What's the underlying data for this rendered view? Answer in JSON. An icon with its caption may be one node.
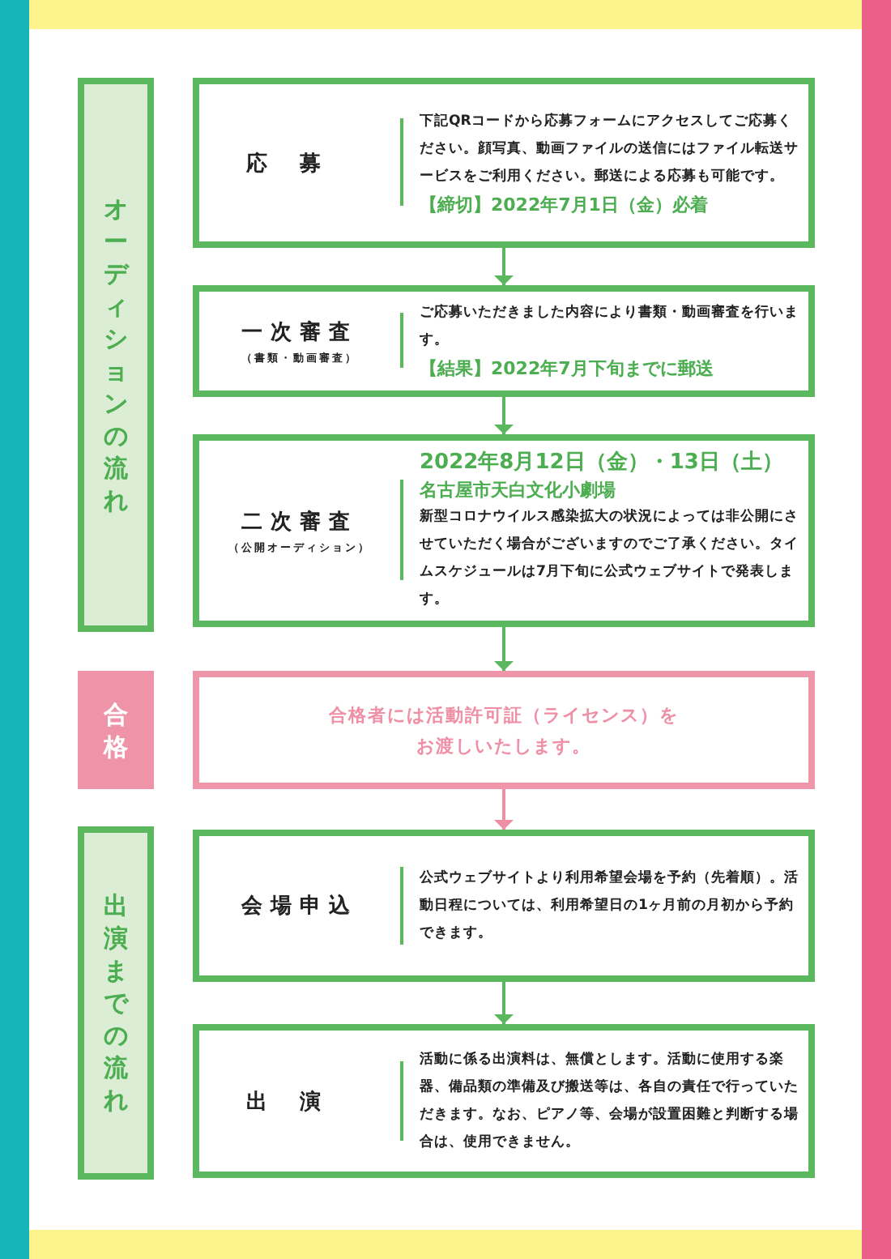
{
  "diagram": {
    "nodes": [
      {
        "text": [
          "オーディションの流れ"
        ]
      },
      {
        "text": [
          "応募",
          "下記QRコードから応募フォームにアクセスしてご応募ください。顔写真、動画ファイルの送信にはファイル転送サービスをご利用ください。郵送による応募も可能です。",
          "【締切】2022年7月1日（金）必着"
        ]
      },
      {
        "text": [
          "一次審査",
          "（書類・動画審査）",
          "ご応募いただきました内容により書類・動画審査を行います。",
          "【結果】2022年7月下旬までに郵送"
        ]
      },
      {
        "text": [
          "二次審査",
          "（公開オーディション）",
          "2022年8月12日（金）・13日（土）",
          "名古屋市天白文化小劇場",
          "新型コロナウイルス感染拡大の状況によっては非公開にさせていただく場合がございますのでご了承ください。タイムスケジュールは7月下旬に公式ウェブサイトで発表します。"
        ]
      },
      {
        "text": [
          "合格"
        ]
      },
      {
        "text": [
          "合格者には活動許可証（ライセンス）をお渡しいたします。"
        ]
      },
      {
        "text": [
          "出演までの流れ"
        ]
      },
      {
        "text": [
          "会場申込",
          "公式ウェブサイトより利用希望会場を予約（先着順）。活動日程については、利用希望日の1ヶ月前の月初から予約できます。"
        ]
      },
      {
        "text": [
          "出演",
          "活動に係る出演料は、無償とします。活動に使用する楽器、備品類の準備及び搬送等は、各自の責任で行っていただきます。なお、ピアノ等、会場が設置困難と判断する場合は、使用できません。"
        ]
      }
    ],
    "edges": [
      {
        "from": 1,
        "to": 2,
        "arrow": "to"
      },
      {
        "from": 2,
        "to": 3,
        "arrow": "to"
      },
      {
        "from": 3,
        "to": 5,
        "arrow": "to"
      },
      {
        "from": 5,
        "to": 7,
        "arrow": "to",
        "color": "#ef8fa6"
      },
      {
        "from": 7,
        "to": 8,
        "arrow": "to"
      }
    ]
  }
}
